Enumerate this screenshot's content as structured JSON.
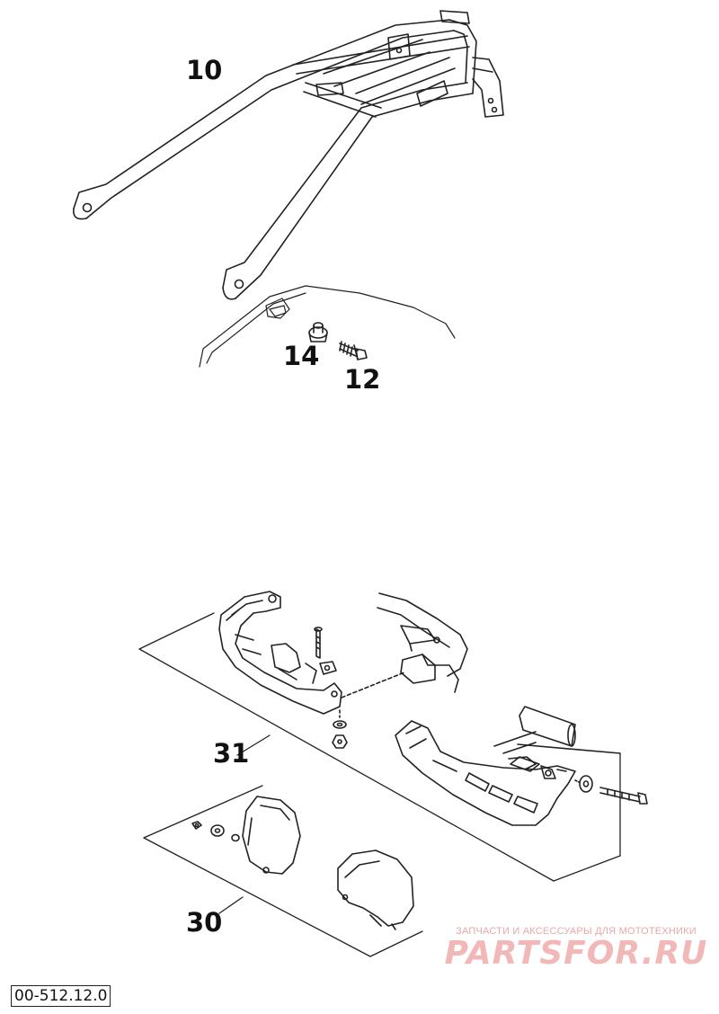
{
  "callouts": {
    "luggage_rack": "10",
    "bushing": "14",
    "screw": "12",
    "handguard_kit": "31",
    "handguard_cover_kit": "30"
  },
  "watermark": {
    "tagline": "ЗАПЧАСТИ И АКСЕССУАРЫ ДЛЯ МОТОТЕХНИКИ",
    "brand": "PARTSFOR.RU",
    "color": "#f2b8b8"
  },
  "diagram_code": "00-512.12.0"
}
